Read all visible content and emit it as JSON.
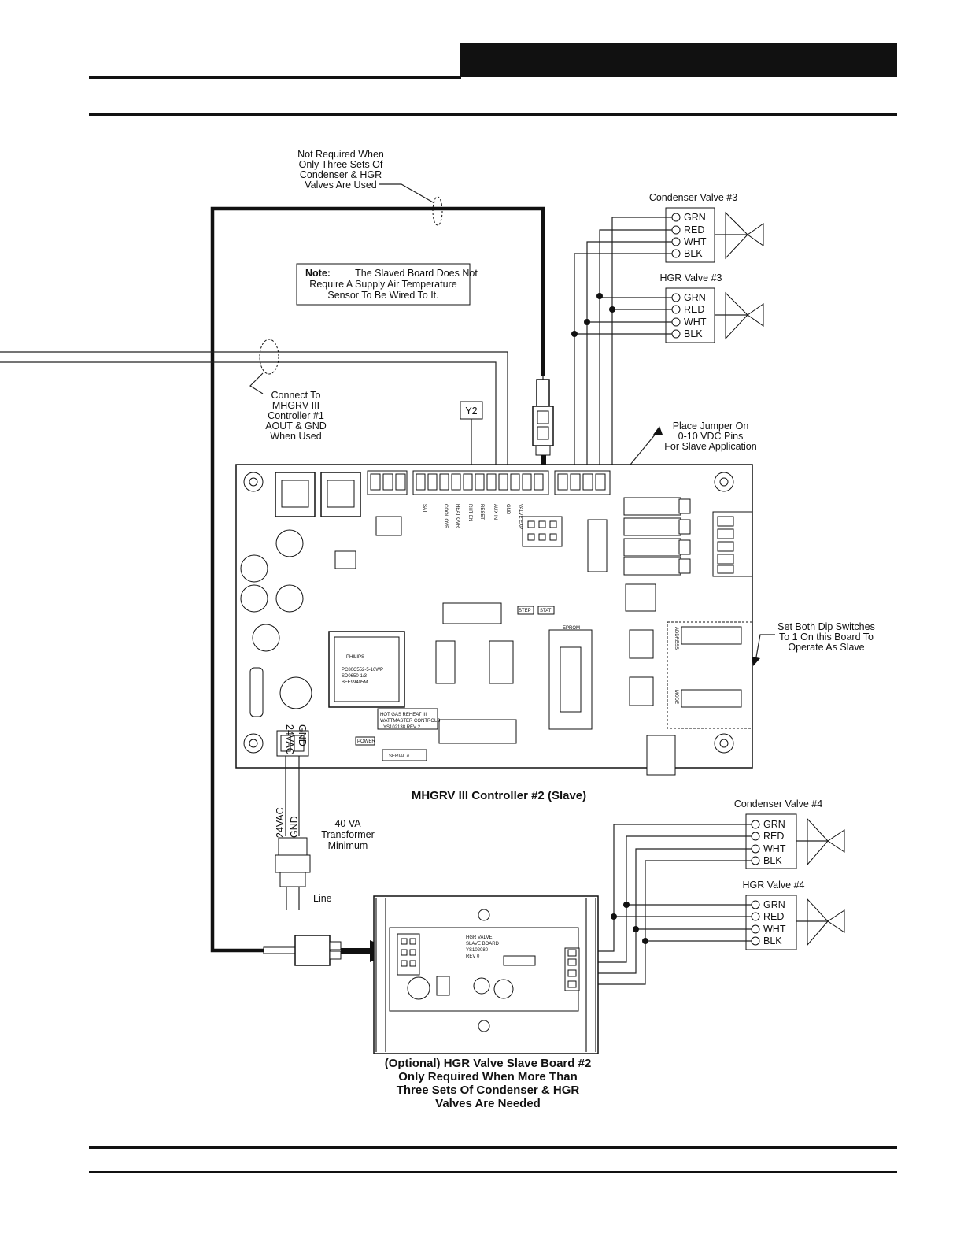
{
  "labels": {
    "not_required": [
      "Not Required When",
      "Only Three Sets Of",
      "Condenser & HGR",
      "Valves Are Used"
    ],
    "note_bold": "Note:",
    "note_lines": [
      "The Slaved Board Does Not",
      "Require A Supply Air Temperature",
      "Sensor To Be Wired To It."
    ],
    "connect_to": [
      "Connect To",
      "MHGRV III",
      "Controller #1",
      "AOUT & GND",
      "When Used"
    ],
    "y2": "Y2",
    "jumper": [
      "Place Jumper On",
      "0-10 VDC Pins",
      "For Slave Application"
    ],
    "dip": [
      "Set Both Dip Switches",
      "To 1 On this Board To",
      "Operate As Slave"
    ],
    "controller_title": "MHGRV III Controller #2 (Slave)",
    "vac": "24VAC",
    "gnd": "GND",
    "transformer": [
      "40 VA",
      "Transformer",
      "Minimum"
    ],
    "line": "Line",
    "slave_caption": [
      "(Optional) HGR Valve Slave Board #2",
      "Only Required When More Than",
      "Three Sets Of Condenser & HGR",
      "Valves Are Needed"
    ]
  },
  "valves": [
    {
      "title": "Condenser Valve #3",
      "pins": [
        "GRN",
        "RED",
        "WHT",
        "BLK"
      ]
    },
    {
      "title": "HGR Valve #3",
      "pins": [
        "GRN",
        "RED",
        "WHT",
        "BLK"
      ]
    },
    {
      "title": "Condenser Valve #4",
      "pins": [
        "GRN",
        "RED",
        "WHT",
        "BLK"
      ]
    },
    {
      "title": "HGR Valve #4",
      "pins": [
        "GRN",
        "RED",
        "WHT",
        "BLK"
      ]
    }
  ],
  "board": {
    "terminals": [
      "SAT",
      "COOL OVR",
      "HEAT OVR",
      "RHT EN",
      "RESET",
      "AUX IN",
      "GND",
      "VALVE EXP"
    ],
    "philips_chip": [
      "PHILIPS",
      "PC80C552-5-16WP",
      "SD0650-1/3",
      "BFE99405M"
    ],
    "board_name": [
      "HOT GAS REHEAT III",
      "WATTMASTER CONTROLS",
      "YS102138 REV 2"
    ],
    "serial": "SERIAL #",
    "power": "POWER",
    "eprom": "EPROM",
    "step": "STEP",
    "stat": "STAT",
    "dip_labels": [
      "ADDRESS",
      "MODE"
    ],
    "slave_board_text": [
      "HGR VALVE",
      "SLAVE BOARD",
      "YS102080",
      "REV 0"
    ]
  }
}
